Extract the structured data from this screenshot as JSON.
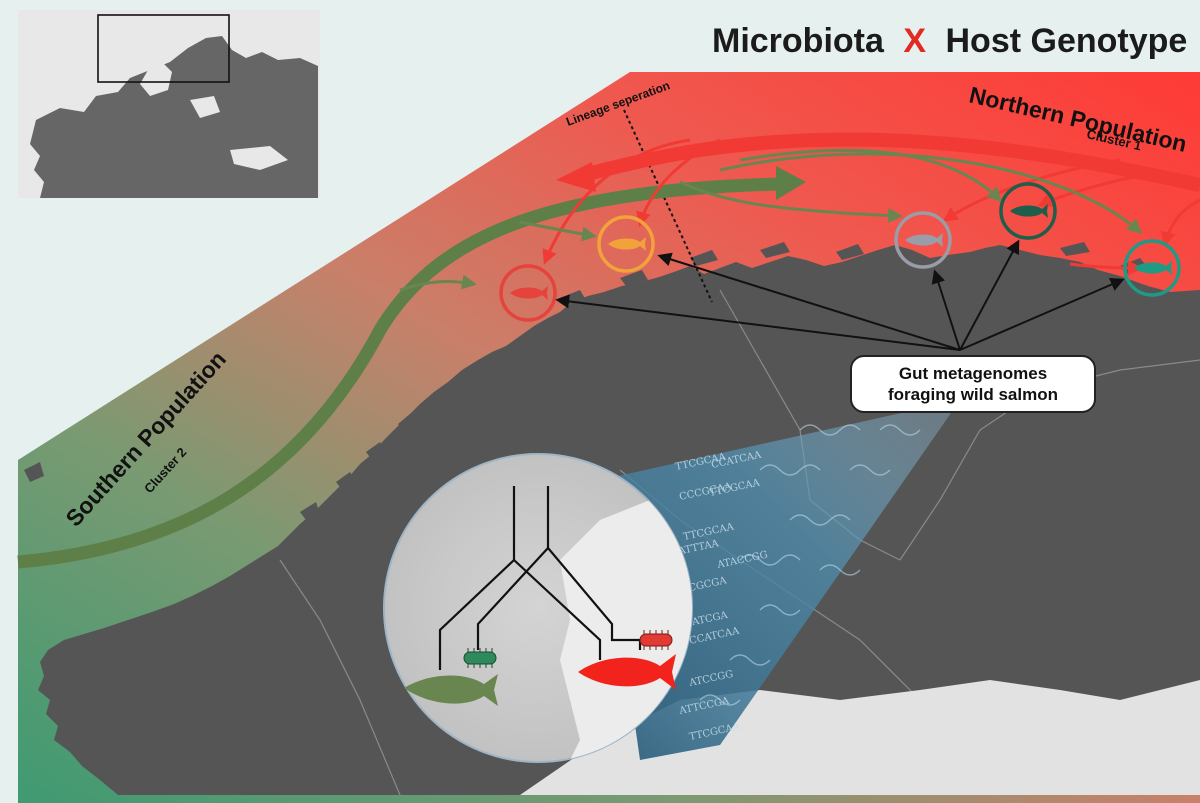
{
  "title": {
    "part1": "Microbiota",
    "cross": "X",
    "part2": "Host Genotype"
  },
  "northern": {
    "label": "Northern Population",
    "cluster": "Cluster 1"
  },
  "southern": {
    "label": "Southern Population",
    "cluster": "Cluster 2"
  },
  "lineage_label": "Lineage seperation",
  "callout": {
    "line1": "Gut metagenomes",
    "line2": "foraging wild salmon"
  },
  "sequences": [
    "TTCGCAA",
    "CCATCAA",
    "CCCGCAA",
    "TTCGCAA",
    "TTCGCAA",
    "AATTTAA",
    "ATACCGG",
    "TTCGCGA",
    "TTATCGA",
    "CCATCAA",
    "ATCCGG",
    "ATTCCGA",
    "TTCGCAA"
  ],
  "colors": {
    "north_red": "#f23a35",
    "south_green": "#5f7f48",
    "land": "#555555",
    "sea_south": "#5fae8a",
    "salmon_red": "#e4443d",
    "salmon_orange": "#f2a23a",
    "salmon_grey": "#9a9ca8",
    "salmon_darkgreen": "#1e5e4a",
    "salmon_teal": "#1f9a84"
  }
}
